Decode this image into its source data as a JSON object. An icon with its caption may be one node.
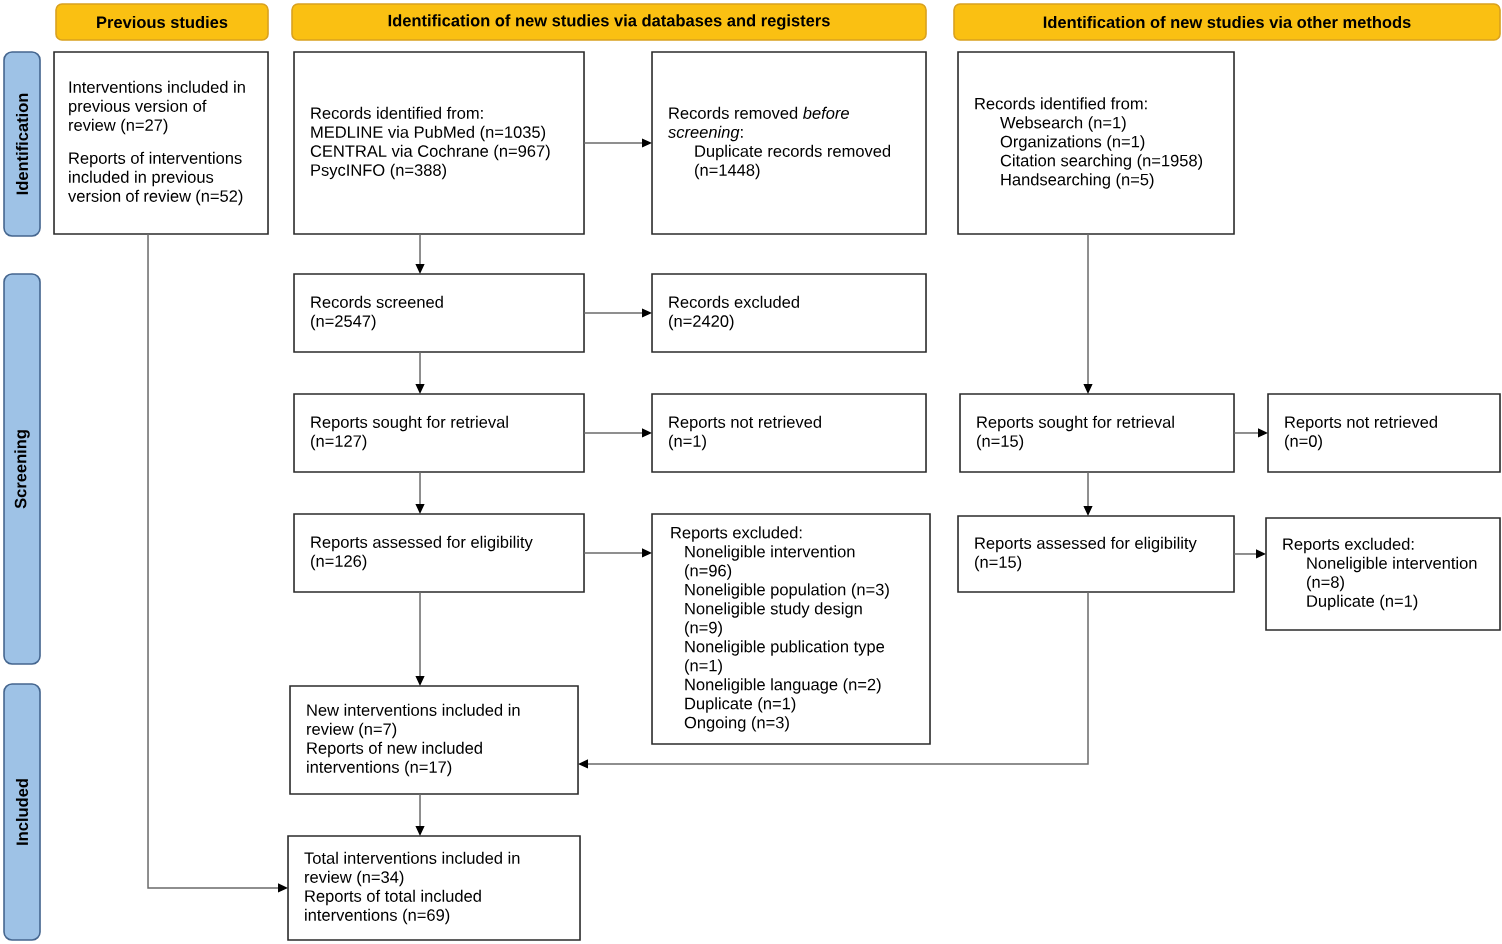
{
  "diagram": {
    "nodes": [
      {
        "text": [
          "Previous studies"
        ]
      },
      {
        "text": [
          "Identification of new studies via databases and registers"
        ]
      },
      {
        "text": [
          "Identification of new studies via other methods"
        ]
      },
      {
        "text": [
          "Identification"
        ]
      },
      {
        "text": [
          "Interventions included in previous version of review (n=27)",
          "Reports of interventions included in previous version of review (n=52)"
        ]
      },
      {
        "text": [
          "Records identified from:",
          "MEDLINE via PubMed (n=1035)",
          "CENTRAL via Cochrane (n=967)",
          "PsycINFO (n=388)"
        ]
      },
      {
        "text": [
          "Records removed *before screening*:",
          "Duplicate records removed (n=1448)"
        ]
      },
      {
        "text": [
          "Records identified from:",
          "Websearch (n=1)",
          "Organizations (n=1)",
          "Citation searching (n=1958)",
          "Handsearching (n=5)"
        ]
      },
      {
        "text": [
          "Screening"
        ]
      },
      {
        "text": [
          "Records screened (n=2547)"
        ]
      },
      {
        "text": [
          "Records excluded (n=2420)"
        ]
      },
      {
        "text": [
          "Reports sought for retrieval (n=127)"
        ]
      },
      {
        "text": [
          "Reports not retrieved (n=1)"
        ]
      },
      {
        "text": [
          "Reports sought for retrieval (n=15)"
        ]
      },
      {
        "text": [
          "Reports not retrieved (n=0)"
        ]
      },
      {
        "text": [
          "Reports assessed for eligibility (n=126)"
        ]
      },
      {
        "text": [
          "Reports excluded:",
          "Noneligible intervention (n=96)",
          "Noneligible population (n=3)",
          "Noneligible study design (n=9)",
          "Noneligible publication type (n=1)",
          "Noneligible language (n=2)",
          "Duplicate (n=1)",
          "Ongoing (n=3)"
        ]
      },
      {
        "text": [
          "Reports assessed for eligibility (n=15)"
        ]
      },
      {
        "text": [
          "Reports excluded:",
          "Noneligible intervention (n=8)",
          "Duplicate (n=1)"
        ]
      },
      {
        "text": [
          "Included"
        ]
      },
      {
        "text": [
          "New interventions included in review (n=7)",
          "Reports of new included interventions (n=17)"
        ]
      },
      {
        "text": [
          "Total interventions included in review (n=34)",
          "Reports of total included interventions (n=69)"
        ]
      }
    ],
    "edges": [
      {
        "from": 5,
        "to": 6,
        "arrow": "to"
      },
      {
        "from": 5,
        "to": 9,
        "arrow": "to"
      },
      {
        "from": 9,
        "to": 10,
        "arrow": "to"
      },
      {
        "from": 9,
        "to": 11,
        "arrow": "to"
      },
      {
        "from": 11,
        "to": 12,
        "arrow": "to"
      },
      {
        "from": 11,
        "to": 15,
        "arrow": "to"
      },
      {
        "from": 15,
        "to": 16,
        "arrow": "to"
      },
      {
        "from": 15,
        "to": 20,
        "arrow": "to"
      },
      {
        "from": 7,
        "to": 13,
        "arrow": "to"
      },
      {
        "from": 13,
        "to": 14,
        "arrow": "to"
      },
      {
        "from": 13,
        "to": 17,
        "arrow": "to"
      },
      {
        "from": 17,
        "to": 18,
        "arrow": "to"
      },
      {
        "from": 17,
        "to": 20,
        "arrow": "to"
      },
      {
        "from": 20,
        "to": 21,
        "arrow": "to"
      },
      {
        "from": 4,
        "to": 21,
        "arrow": "to"
      }
    ]
  }
}
